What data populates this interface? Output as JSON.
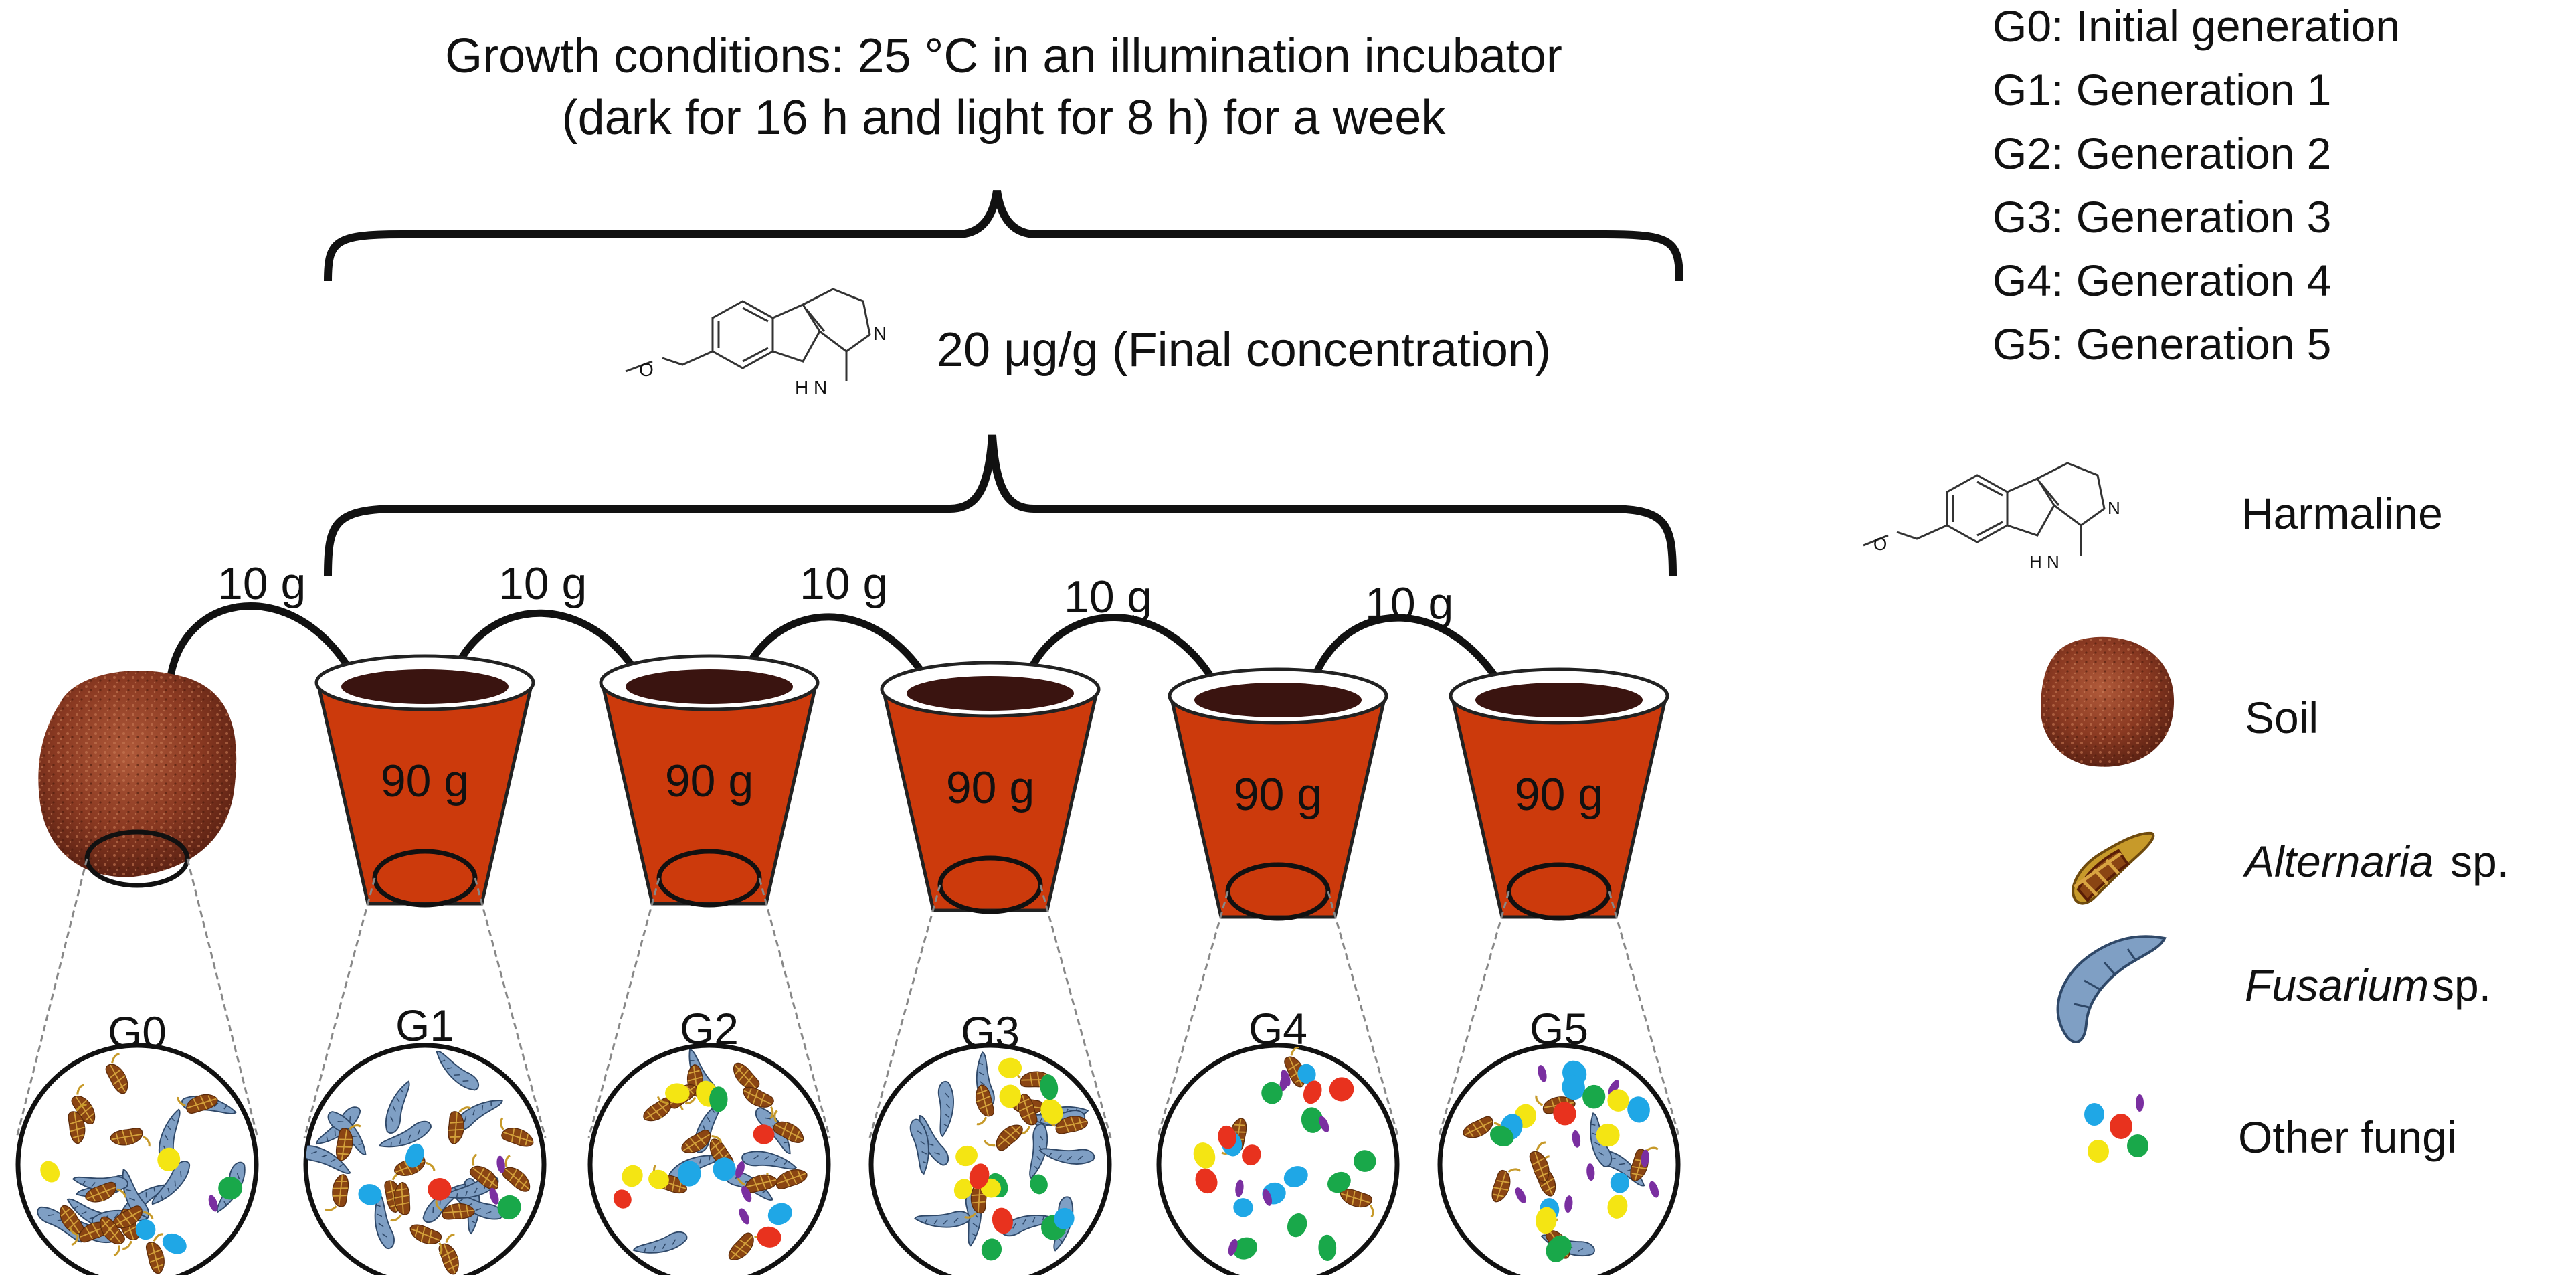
{
  "header": {
    "line1": "Growth conditions: 25 °C in an illumination incubator",
    "line2": "(dark for 16 h and light for 8 h) for a week"
  },
  "concentration": "20 μg/g (Final concentration)",
  "transfer_label": "10 g",
  "pot_label": "90 g",
  "chem_atoms": {
    "n": "N",
    "nh": "H N"
  },
  "generations": [
    "G0",
    "G1",
    "G2",
    "G3",
    "G4",
    "G5"
  ],
  "generation_key": [
    "G0: Initial  generation",
    "G1: Generation 1",
    "G2: Generation 2",
    "G3: Generation 3",
    "G4: Generation 4",
    "G5: Generation 5"
  ],
  "legend": {
    "harmaline": "Harmaline",
    "soil": "Soil",
    "alternaria_genus": "Alternaria",
    "alternaria_suffix": " sp.",
    "fusarium_genus": "Fusarium",
    "fusarium_suffix": " sp.",
    "other": "Other fungi"
  },
  "community": [
    {
      "generation": "G0",
      "alternaria": "high",
      "fusarium": "high",
      "other": "low"
    },
    {
      "generation": "G1",
      "alternaria": "high",
      "fusarium": "high",
      "other": "low"
    },
    {
      "generation": "G2",
      "alternaria": "high",
      "fusarium": "medium",
      "other": "medium"
    },
    {
      "generation": "G3",
      "alternaria": "medium",
      "fusarium": "high",
      "other": "medium"
    },
    {
      "generation": "G4",
      "alternaria": "low",
      "fusarium": "none",
      "other": "high"
    },
    {
      "generation": "G5",
      "alternaria": "medium",
      "fusarium": "low",
      "other": "high"
    }
  ],
  "colors": {
    "pot": "#cc3a0c",
    "soil_top": "#3a1410",
    "soil": "#8b3a22",
    "alternaria": "#c79a2a",
    "alternaria_dark": "#6e2e0e",
    "fusarium": "#7f9fc4",
    "fungi": [
      "#1fa7e6",
      "#e8321e",
      "#19a84a",
      "#f4e513",
      "#7a2fa0"
    ]
  }
}
